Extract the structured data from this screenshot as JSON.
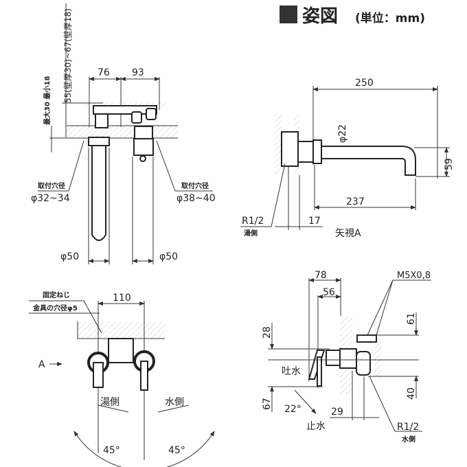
{
  "title": {
    "square": "■",
    "text": "姿図",
    "unit": "(単位：mm)"
  },
  "top_view": {
    "wall_range": "55(壁厚30)~67(壁厚18)",
    "wall_thickness": "最大30  最小18",
    "dim_left": "76",
    "dim_right": "93",
    "hole_label_left": "取付穴径",
    "hole_left": "φ32~34",
    "hole_label_right": "取付穴径",
    "hole_right": "φ38~40",
    "dia_left": "φ50",
    "dia_right": "φ50"
  },
  "side_view_a": {
    "dim_total": "250",
    "dia": "φ22",
    "dim_height": "59",
    "dim_237": "237",
    "thread": "R1/2",
    "thread_side": "湯側",
    "dim_17": "17",
    "caption": "矢視A"
  },
  "front_view": {
    "screw_label": "固定ねじ",
    "hole_label": "金具の穴径φ5",
    "dim_110": "110",
    "arrow_a": "A",
    "hot_side": "湯側",
    "cold_side": "水側",
    "angle_left": "45°",
    "angle_right": "45°"
  },
  "valve_view": {
    "dim_78": "78",
    "dim_56": "56",
    "thread_m5": "M5X0,8",
    "dim_28": "28",
    "dim_67": "67",
    "spout": "吐水",
    "angle": "22°",
    "stop": "止水",
    "dim_29": "29",
    "dim_61": "61",
    "dim_40": "40",
    "thread": "R1/2",
    "thread_side": "水側"
  }
}
